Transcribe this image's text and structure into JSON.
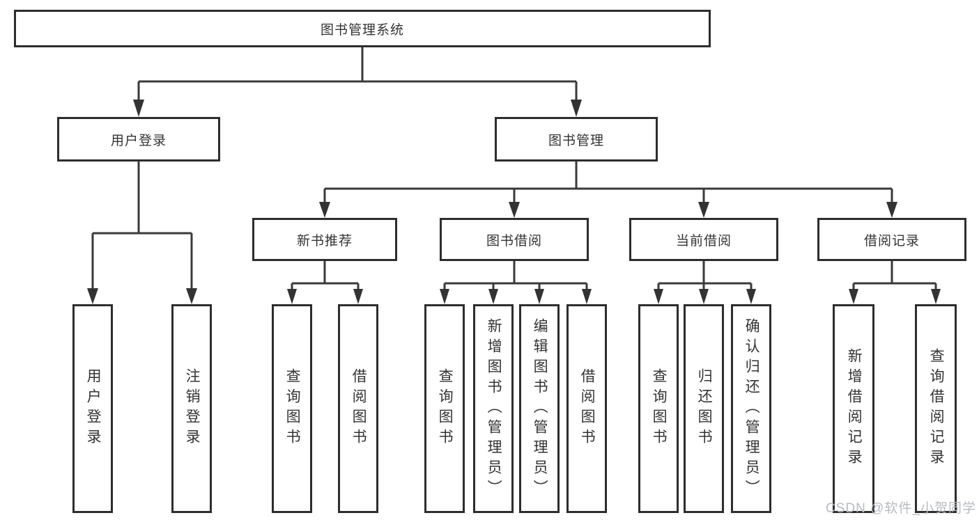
{
  "tree": {
    "label": "图书管理系统",
    "children": [
      {
        "label": "用户登录",
        "children": [
          {
            "label": "用户登录"
          },
          {
            "label": "注销登录"
          }
        ]
      },
      {
        "label": "图书管理",
        "children": [
          {
            "label": "新书推荐",
            "children": [
              {
                "label": "查询图书"
              },
              {
                "label": "借阅图书"
              }
            ]
          },
          {
            "label": "图书借阅",
            "children": [
              {
                "label": "查询图书"
              },
              {
                "label": "新增图书（管理员）"
              },
              {
                "label": "编辑图书（管理员）"
              },
              {
                "label": "借阅图书"
              }
            ]
          },
          {
            "label": "当前借阅",
            "children": [
              {
                "label": "查询图书"
              },
              {
                "label": "归还图书"
              },
              {
                "label": "确认归还（管理员）"
              }
            ]
          },
          {
            "label": "借阅记录",
            "children": [
              {
                "label": "新增借阅记录"
              },
              {
                "label": "查询借阅记录"
              }
            ]
          }
        ]
      }
    ]
  },
  "watermark": {
    "text": "CSDN @软件_小贺同学"
  },
  "colors": {
    "box_border": "#2d2d2d",
    "text": "#333333",
    "connector": "#3a3a3a",
    "watermark": "#b6bbc0",
    "background": "#ffffff"
  }
}
